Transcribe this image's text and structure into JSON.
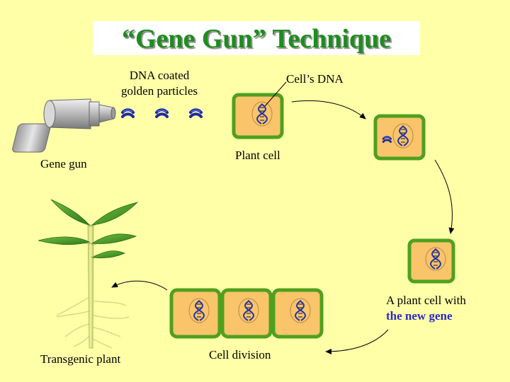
{
  "title": "“Gene Gun” Technique",
  "labels": {
    "dna_coated_line1": "DNA coated",
    "dna_coated_line2": "golden particles",
    "cells_dna": "Cell’s DNA",
    "gene_gun": "Gene gun",
    "plant_cell": "Plant cell",
    "new_gene_line1": "A plant cell with",
    "new_gene_line2": "the new gene",
    "cell_division": "Cell division",
    "transgenic_plant": "Transgenic plant"
  },
  "colors": {
    "background": "#FFFFA8",
    "title_text": "#1E8C1E",
    "cell_wall": "#4FA01E",
    "cytoplasm": "#F9C46A",
    "dna_strand": "#2233AA",
    "new_gene_text": "#2A2AC8",
    "plant_leaf": "#3F8F2A"
  }
}
